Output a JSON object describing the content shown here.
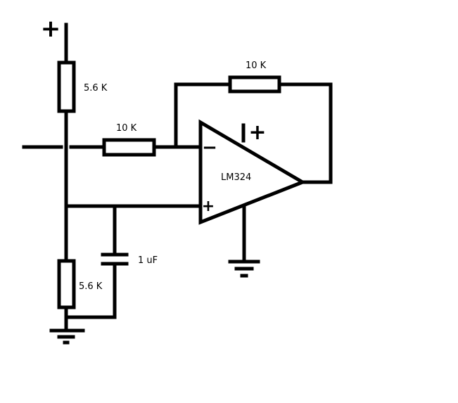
{
  "schematic": {
    "supply_top_symbol": "+",
    "r_top_label": "5.6 K",
    "r_input_label": "10 K",
    "r_feedback_label": "10 K",
    "opamp_label": "LM324",
    "opamp_minus_symbol": "−",
    "opamp_plus_symbol": "+",
    "opamp_supply_symbol": "+",
    "cap_label": "1 uF",
    "r_bottom_label": "5.6 K"
  }
}
